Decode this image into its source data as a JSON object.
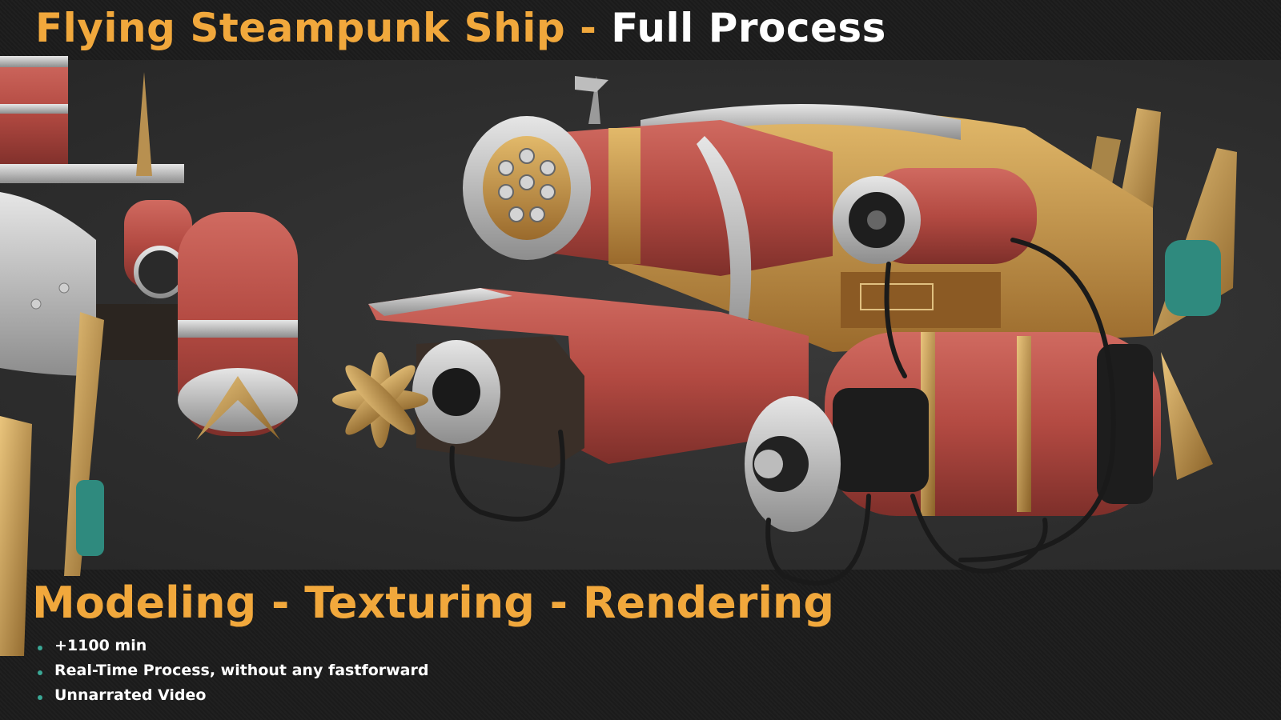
{
  "header": {
    "title_accent": "Flying Steampunk Ship -",
    "title_white": "Full Process"
  },
  "footer": {
    "subtitle": "Modeling - Texturing - Rendering",
    "bullets": [
      "+1100 min",
      "Real-Time Process, without any fastforward",
      "Unnarrated Video"
    ]
  },
  "colors": {
    "accent": "#f1a83c",
    "bullet_dot": "#3aa896",
    "hull_red": "#b8504a",
    "brass": "#c9a15a"
  },
  "illustration": {
    "subject": "steampunk-airship-render"
  }
}
